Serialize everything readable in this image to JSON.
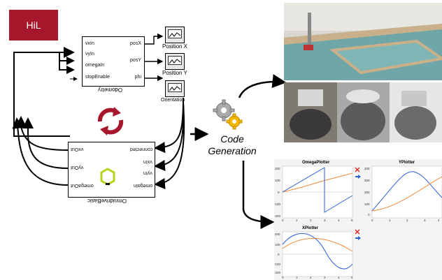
{
  "hil_label": "HiL",
  "odometry": {
    "inputs": [
      "vxIn",
      "vyIn",
      "omegaIn",
      "stopEnable"
    ],
    "outputs": [
      "posX",
      "posY",
      "phi"
    ],
    "caption": "Odometry"
  },
  "scopes": [
    {
      "label": "Position X"
    },
    {
      "label": "Position Y"
    },
    {
      "label": "Orientation"
    }
  ],
  "omni": {
    "left_ports": [
      "vxOut",
      "vyOut",
      "omegaOut"
    ],
    "right_ports": [
      "connected",
      "vxIn",
      "vyIn",
      "omegaIn"
    ],
    "caption": "OmnidriveBasic"
  },
  "code_generation": {
    "line1": "Code",
    "line2": "Generation"
  },
  "colors": {
    "hil": "#a6172b",
    "cycle_arrows": "#a6172b",
    "series_blue": "#2a5fd6",
    "series_orange": "#f08a3a",
    "table": "#7fb5b5"
  },
  "icons": [
    "gears-icon",
    "cycle-arrows-icon",
    "scope-icon",
    "robot-icon",
    "close-icon",
    "arrow-icon",
    "save-icon"
  ],
  "plots": [
    {
      "title": "OmegaPlotter",
      "yticks": [
        "200",
        "100",
        "0",
        "-100",
        "-200"
      ],
      "xticks": [
        "0",
        "1",
        "2",
        "3",
        "4",
        "5"
      ]
    },
    {
      "title": "YPlotter",
      "yticks": [
        "400",
        "300",
        "200",
        "100",
        "0"
      ],
      "xticks": [
        "0",
        "1",
        "2",
        "3",
        "4"
      ]
    },
    {
      "title": "XPlotter",
      "yticks": [
        "200",
        "100",
        "0",
        "-100",
        "-200"
      ],
      "xticks": [
        "0",
        "1",
        "2",
        "3",
        "4",
        "5"
      ]
    }
  ]
}
